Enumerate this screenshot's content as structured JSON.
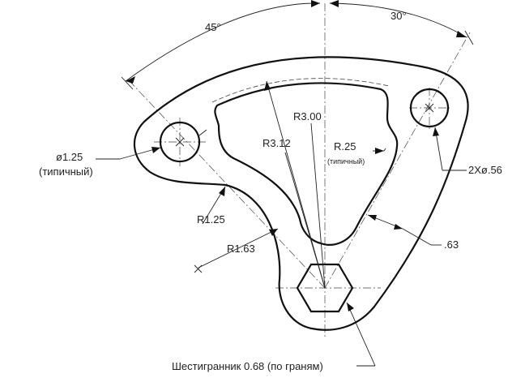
{
  "dimensions": {
    "angle_left": "45°",
    "angle_right": "30°",
    "hole_dia": "ø1.25",
    "hole_dia_note": "(типичный)",
    "r300": "R3.00",
    "r312": "R3.12",
    "r025": "R.25",
    "r025_note": "(типичный)",
    "small_holes": "2Xø.56",
    "r125": "R1.25",
    "r163": "R1.63",
    "wall": ".63",
    "hex": "Шестигранник 0.68 (по граням)"
  }
}
